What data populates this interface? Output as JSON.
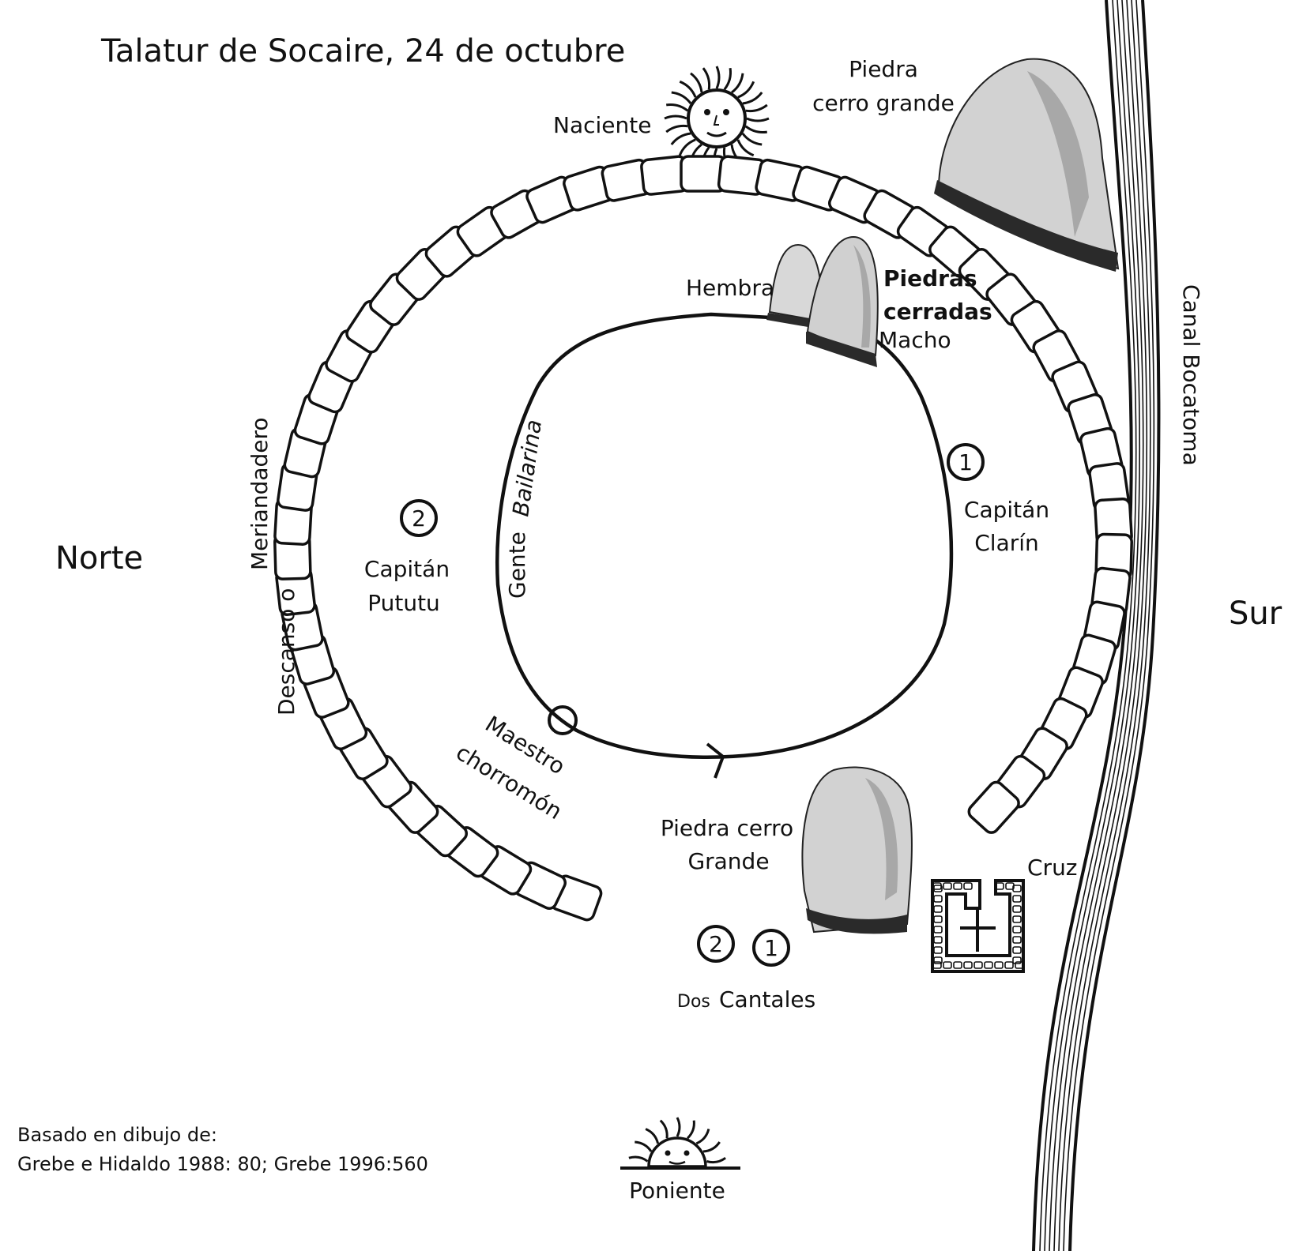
{
  "title": "Talatur de Socaire, 24 de octubre",
  "directions": {
    "north": "Norte",
    "south": "Sur"
  },
  "sun_rise": {
    "label": "Naciente",
    "icon": "sun-face-icon"
  },
  "sun_set": {
    "label": "Poniente",
    "icon": "setting-sun-icon"
  },
  "stones": {
    "top_right": [
      "Piedra",
      "cerro grande"
    ],
    "closed_title": [
      "Piedras",
      "cerradas"
    ],
    "female": "Hembra",
    "male": "Macho",
    "bottom": [
      "Piedra cerro",
      "Grande"
    ]
  },
  "canal": "Canal Bocatoma",
  "cross": {
    "label": "Cruz",
    "icon": "cross-icon"
  },
  "positions": {
    "one_right": "1",
    "two_left": "2",
    "two_bottom": "2",
    "one_bottom": "1"
  },
  "captains": {
    "clarin": [
      "Capitán",
      "Clarín"
    ],
    "pututu": [
      "Capitán",
      "Pututu"
    ]
  },
  "ring_labels": {
    "gente": "Gente",
    "bailarina": "Bailarina",
    "merianda": "Meriandadero",
    "descanso": "Descanso o",
    "maestro": "Maestro",
    "chorromon": "chorromón"
  },
  "dos_cantales": {
    "small": "Dos",
    "big": "Cantales"
  },
  "credit": [
    "Basado en dibujo de:",
    "Grebe e Hidaldo 1988: 80; Grebe 1996:560"
  ],
  "colors": {
    "ink": "#111111",
    "rock_light": "#d4d4d4",
    "rock_mid": "#a8a8a8",
    "rock_dark": "#2a2a2a"
  }
}
